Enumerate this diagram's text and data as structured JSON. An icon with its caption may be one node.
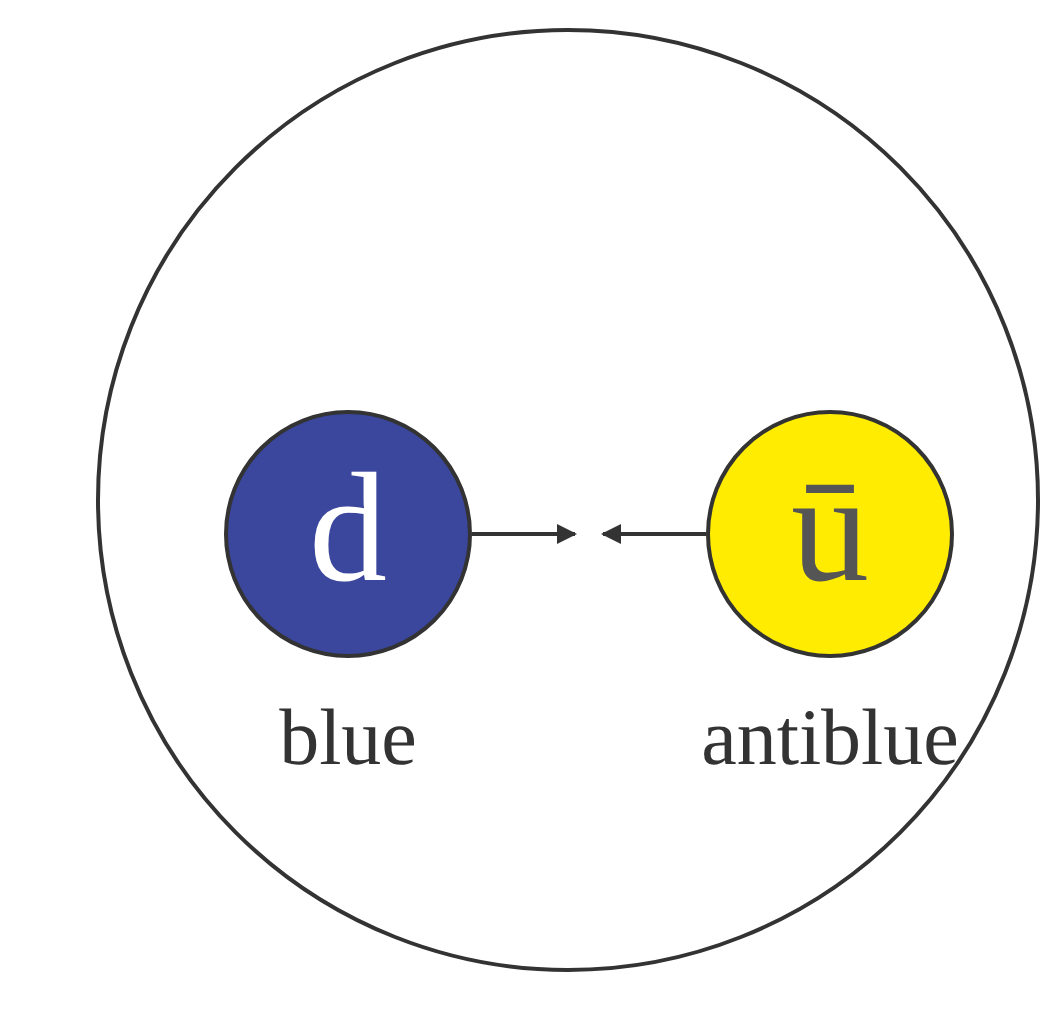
{
  "diagram": {
    "nodes": [
      {
        "text": [],
        "shape": "circle"
      },
      {
        "text": [
          "d"
        ],
        "in": 0,
        "beside": [
          "blue"
        ]
      },
      {
        "text": [
          "ū"
        ],
        "in": 0,
        "beside": [
          "antiblue"
        ]
      }
    ],
    "edges": [
      {
        "from": 1,
        "to": null,
        "arrow": "to"
      },
      {
        "from": 2,
        "to": null,
        "arrow": "to"
      }
    ]
  }
}
